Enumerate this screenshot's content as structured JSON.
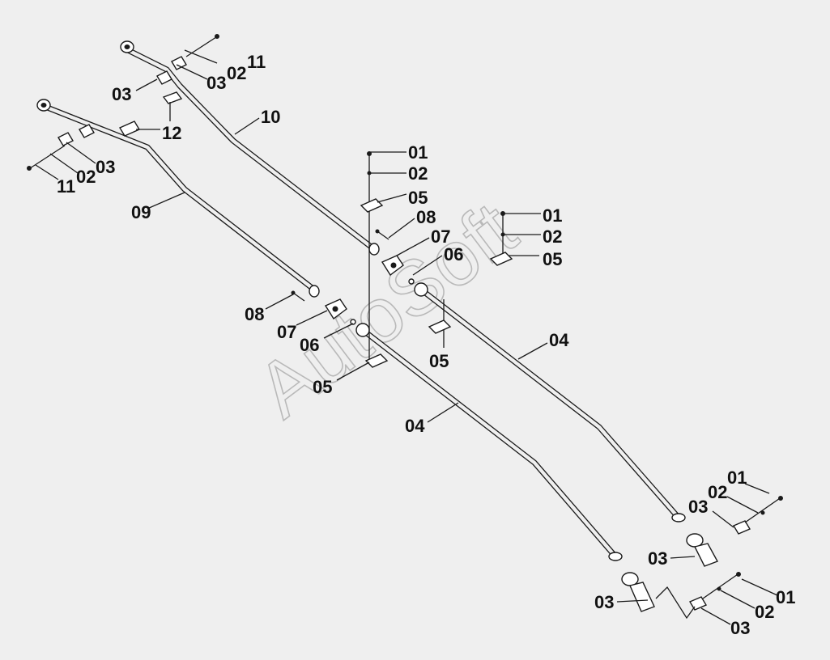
{
  "watermark": "AutoSoft",
  "callouts": [
    {
      "id": "c1",
      "text": "11"
    },
    {
      "id": "c2",
      "text": "02"
    },
    {
      "id": "c3",
      "text": "03"
    },
    {
      "id": "c4",
      "text": "03"
    },
    {
      "id": "c5",
      "text": "10"
    },
    {
      "id": "c6",
      "text": "12"
    },
    {
      "id": "c7",
      "text": "03"
    },
    {
      "id": "c8",
      "text": "02"
    },
    {
      "id": "c9",
      "text": "11"
    },
    {
      "id": "c10",
      "text": "09"
    },
    {
      "id": "c11",
      "text": "01"
    },
    {
      "id": "c12",
      "text": "02"
    },
    {
      "id": "c13",
      "text": "05"
    },
    {
      "id": "c14",
      "text": "08"
    },
    {
      "id": "c15",
      "text": "07"
    },
    {
      "id": "c16",
      "text": "06"
    },
    {
      "id": "c17",
      "text": "01"
    },
    {
      "id": "c18",
      "text": "02"
    },
    {
      "id": "c19",
      "text": "05"
    },
    {
      "id": "c20",
      "text": "08"
    },
    {
      "id": "c21",
      "text": "07"
    },
    {
      "id": "c22",
      "text": "06"
    },
    {
      "id": "c23",
      "text": "05"
    },
    {
      "id": "c24",
      "text": "05"
    },
    {
      "id": "c25",
      "text": "04"
    },
    {
      "id": "c26",
      "text": "04"
    },
    {
      "id": "c27",
      "text": "01"
    },
    {
      "id": "c28",
      "text": "02"
    },
    {
      "id": "c29",
      "text": "03"
    },
    {
      "id": "c30",
      "text": "03"
    },
    {
      "id": "c31",
      "text": "03"
    },
    {
      "id": "c32",
      "text": "01"
    },
    {
      "id": "c33",
      "text": "02"
    },
    {
      "id": "c34",
      "text": "03"
    }
  ]
}
